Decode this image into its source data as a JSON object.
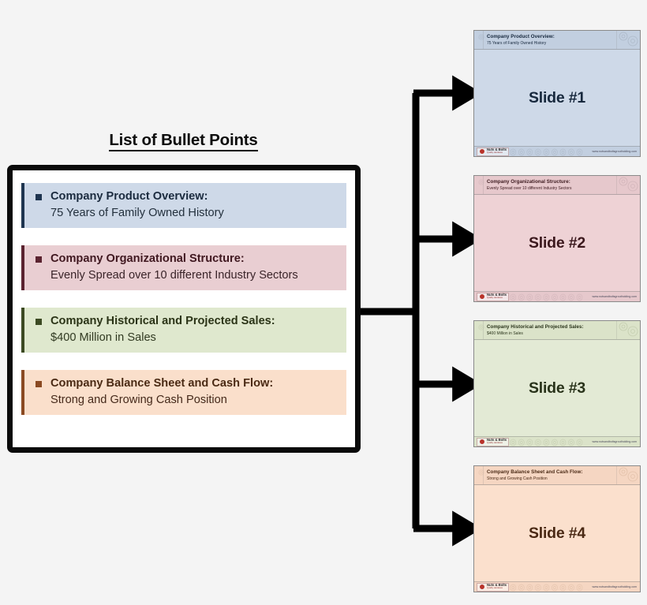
{
  "bullet_panel": {
    "title": "List of Bullet Points",
    "items": [
      {
        "heading": "Company Product Overview:",
        "subtext": "75 Years of Family Owned History",
        "bg": "#ced9e8",
        "accent": "#1f3550",
        "head_color": "#1b2b3f",
        "sub_color": "#23303d"
      },
      {
        "heading": "Company Organizational Structure:",
        "subtext": "Evenly Spread over 10 different Industry Sectors",
        "bg": "#e9ced2",
        "accent": "#5b2330",
        "head_color": "#401820",
        "sub_color": "#3a2429"
      },
      {
        "heading": "Company Historical and Projected Sales:",
        "subtext": "$400 Million in Sales",
        "bg": "#dfe8ce",
        "accent": "#3c4a23",
        "head_color": "#2b3417",
        "sub_color": "#313a22"
      },
      {
        "heading": "Company Balance Sheet and Cash Flow:",
        "subtext": "Strong and Growing Cash Position",
        "bg": "#fadfcb",
        "accent": "#8b4a22",
        "head_color": "#4a2a14",
        "sub_color": "#45291a"
      }
    ]
  },
  "slides": [
    {
      "header_title": "Company Product Overview:",
      "header_subtitle": "75 Years of Family Owned History",
      "body_text": "Slide #1",
      "bg": "#ced9e8",
      "header_bg": "#c2cfe0",
      "footer_bg": "#c2cfe0",
      "text_color": "#17283d",
      "footer_logo_name": "Nuts & Bolts",
      "footer_logo_tagline": "Quality Hardware",
      "footer_url": "www.nutsandboltsgroutholding.com"
    },
    {
      "header_title": "Company Organizational Structure:",
      "header_subtitle": "Evenly Spread over 10 different Industry Sectors",
      "body_text": "Slide #2",
      "bg": "#eed2d5",
      "header_bg": "#e6c8cc",
      "footer_bg": "#e6c8cc",
      "text_color": "#3b181d",
      "footer_logo_name": "Nuts & Bolts",
      "footer_logo_tagline": "Quality Hardware",
      "footer_url": "www.nutsandboltsgroutholding.com"
    },
    {
      "header_title": "Company Historical and Projected Sales:",
      "header_subtitle": "$400 Million in Sales",
      "body_text": "Slide #3",
      "bg": "#e3ead5",
      "header_bg": "#dbe3c9",
      "footer_bg": "#dbe3c9",
      "text_color": "#29331a",
      "footer_logo_name": "Nuts & Bolts",
      "footer_logo_tagline": "Quality Hardware",
      "footer_url": "www.nutsandboltsgroutholding.com"
    },
    {
      "header_title": "Company Balance Sheet and Cash Flow:",
      "header_subtitle": "Strong and Growing Cash Position",
      "body_text": "Slide #4",
      "bg": "#fbe0cd",
      "header_bg": "#f5d6c2",
      "footer_bg": "#f5d6c2",
      "text_color": "#4a2914",
      "footer_logo_name": "Nuts & Bolts",
      "footer_logo_tagline": "Quality Hardware",
      "footer_url": "www.nutsandboltsgroutholding.com"
    }
  ],
  "connector": {
    "color": "#000000"
  }
}
